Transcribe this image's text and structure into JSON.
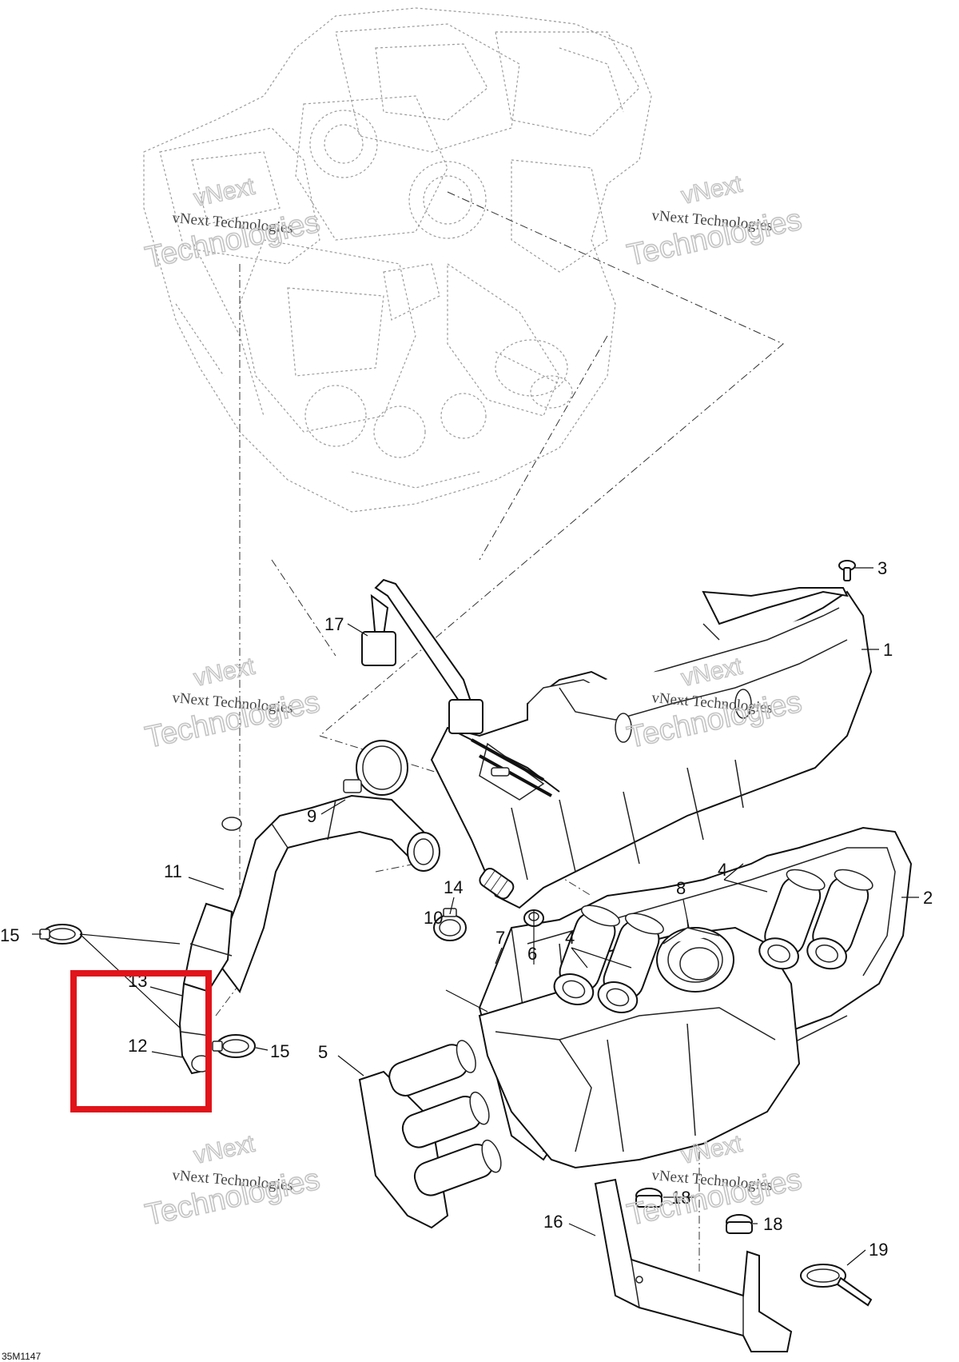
{
  "diagram": {
    "reference_code": "35M1147",
    "callouts": [
      "1",
      "2",
      "3",
      "4",
      "4",
      "5",
      "6",
      "7",
      "8",
      "9",
      "10",
      "11",
      "12",
      "13",
      "14",
      "15",
      "15",
      "16",
      "17",
      "18",
      "18",
      "19"
    ],
    "watermarks": [
      {
        "line1": "vNext Technologies",
        "line2": "vNext",
        "line3": "Technologies"
      },
      {
        "line1": "vNext Technologies",
        "line2": "vNext",
        "line3": "Technologies"
      },
      {
        "line1": "vNext Technologies",
        "line2": "vNext",
        "line3": "Technologies"
      },
      {
        "line1": "vNext Technologies",
        "line2": "vNext",
        "line3": "Technologies"
      },
      {
        "line1": "vNext Technologies",
        "line2": "vNext",
        "line3": "Technologies"
      },
      {
        "line1": "vNext Technologies",
        "line2": "vNext",
        "line3": "Technologies"
      }
    ],
    "highlight_color": "#e0141a",
    "line_color": "#111111"
  }
}
